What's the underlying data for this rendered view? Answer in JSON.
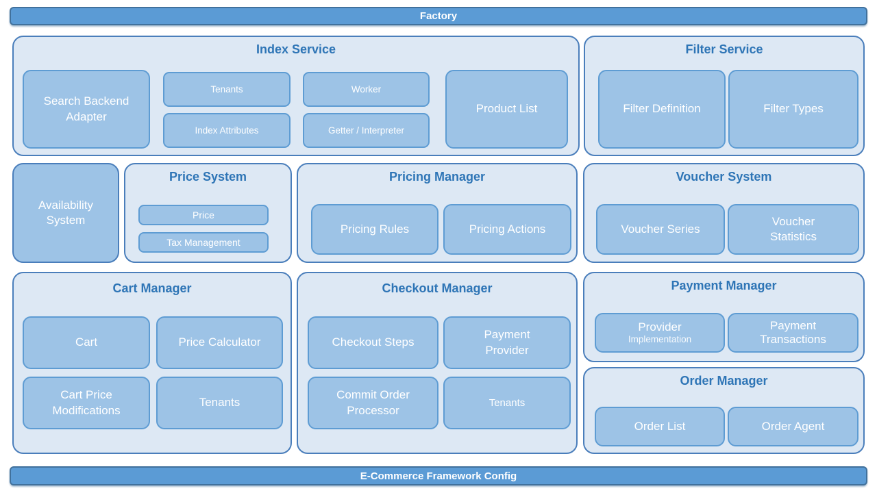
{
  "colors": {
    "bar_fill": "#5b9bd5",
    "bar_border": "#41719c",
    "panel_fill": "#dde8f4",
    "panel_border": "#4a7ebb",
    "box_fill": "#9dc3e6",
    "box_border": "#5e9cd3",
    "title_text": "#2e75b6",
    "box_text": "#ffffff"
  },
  "top_bar": {
    "label": "Factory"
  },
  "bottom_bar": {
    "label": "E-Commerce Framework Config"
  },
  "sections": {
    "index_service": {
      "title": "Index Service",
      "items": {
        "search_backend_adapter": "Search Backend Adapter",
        "tenants": "Tenants",
        "worker": "Worker",
        "index_attributes": "Index Attributes",
        "getter_interpreter": "Getter / Interpreter",
        "product_list": "Product List"
      }
    },
    "filter_service": {
      "title": "Filter Service",
      "items": {
        "filter_definition": "Filter Definition",
        "filter_types": "Filter Types"
      }
    },
    "availability_system": {
      "label": "Availability System"
    },
    "price_system": {
      "title": "Price System",
      "items": {
        "price": "Price",
        "tax_management": "Tax Management"
      }
    },
    "pricing_manager": {
      "title": "Pricing Manager",
      "items": {
        "pricing_rules": "Pricing Rules",
        "pricing_actions": "Pricing Actions"
      }
    },
    "voucher_system": {
      "title": "Voucher System",
      "items": {
        "voucher_series": "Voucher Series",
        "voucher_statistics": "Voucher Statistics"
      }
    },
    "cart_manager": {
      "title": "Cart Manager",
      "items": {
        "cart": "Cart",
        "price_calculator": "Price Calculator",
        "cart_price_modifications": "Cart Price Modifications",
        "tenants": "Tenants"
      }
    },
    "checkout_manager": {
      "title": "Checkout Manager",
      "items": {
        "checkout_steps": "Checkout Steps",
        "payment_provider": "Payment Provider",
        "commit_order_processor": "Commit Order Processor",
        "tenants": "Tenants"
      }
    },
    "payment_manager": {
      "title": "Payment Manager",
      "items": {
        "provider": "Provider",
        "provider_implementation": "Implementation",
        "payment_transactions": "Payment Transactions"
      }
    },
    "order_manager": {
      "title": "Order Manager",
      "items": {
        "order_list": "Order List",
        "order_agent": "Order Agent"
      }
    }
  }
}
